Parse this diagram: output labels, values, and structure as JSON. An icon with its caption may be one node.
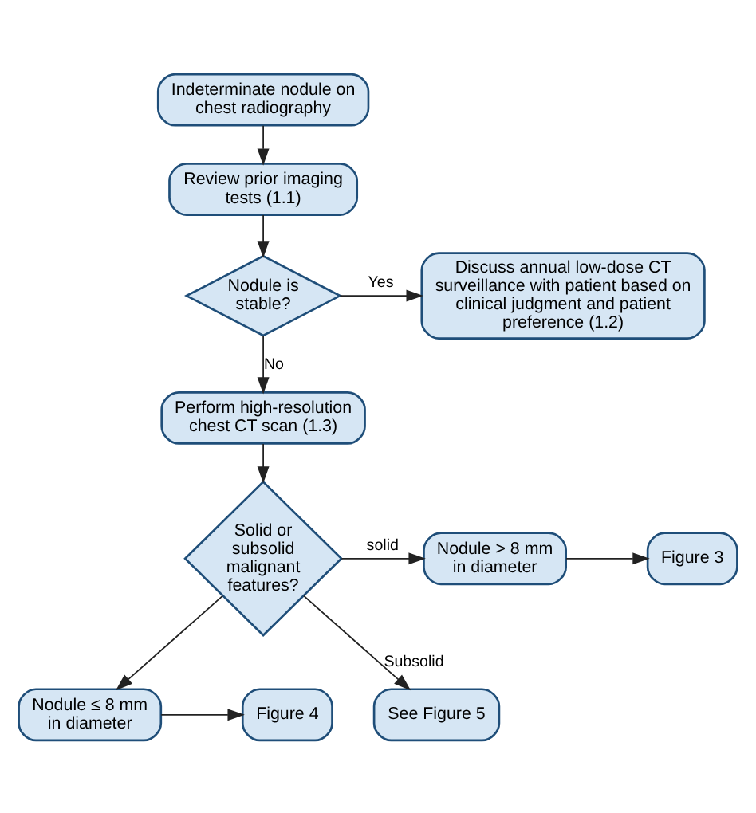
{
  "diagram": {
    "nodes": [
      {
        "text": [
          "Indeterminate nodule on chest radiography"
        ]
      },
      {
        "text": [
          "Review prior imaging tests (1.1)"
        ]
      },
      {
        "text": [
          "Nodule is stable?"
        ]
      },
      {
        "text": [
          "Discuss annual low-dose CT surveillance with patient based on clinical judgment and patient preference (1.2)"
        ]
      },
      {
        "text": [
          "Perform high-resolution chest CT scan (1.3)"
        ]
      },
      {
        "text": [
          "Solid or subsolid malignant features?"
        ]
      },
      {
        "text": [
          "Nodule > 8 mm in diameter"
        ]
      },
      {
        "text": [
          "Figure 3"
        ]
      },
      {
        "text": [
          "Nodule ≤ 8 mm in diameter"
        ]
      },
      {
        "text": [
          "Figure 4"
        ]
      },
      {
        "text": [
          "See Figure 5"
        ]
      }
    ],
    "edges": [
      {
        "from": 0,
        "to": 1,
        "arrow": "to"
      },
      {
        "from": 1,
        "to": 2,
        "arrow": "to"
      },
      {
        "from": 2,
        "to": 3,
        "arrow": "to",
        "label": "Yes"
      },
      {
        "from": 2,
        "to": 4,
        "arrow": "to",
        "label": "No"
      },
      {
        "from": 4,
        "to": 5,
        "arrow": "to"
      },
      {
        "from": 5,
        "to": 6,
        "arrow": "to",
        "label": "solid"
      },
      {
        "from": 5,
        "to": 8,
        "arrow": "to"
      },
      {
        "from": 6,
        "to": 7,
        "arrow": "to"
      },
      {
        "from": 8,
        "to": 9,
        "arrow": "to"
      },
      {
        "from": 5,
        "to": 10,
        "arrow": "to",
        "label": "Subsolid"
      }
    ]
  }
}
